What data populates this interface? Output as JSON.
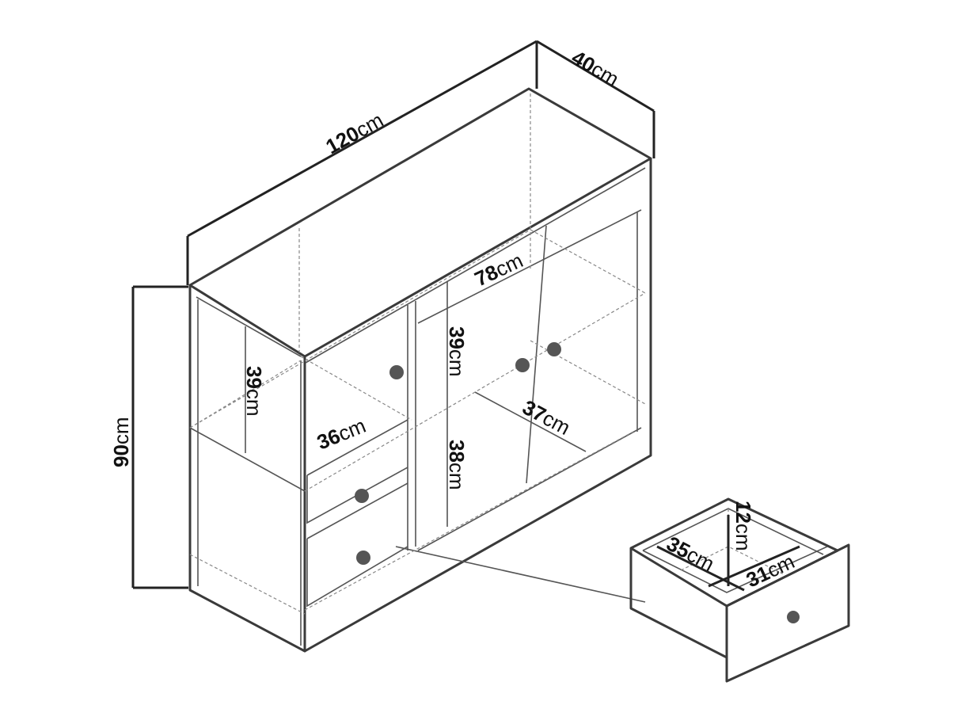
{
  "title": "Cabinet dimensions",
  "dimensions": {
    "width": {
      "value": "120",
      "unit": "cm"
    },
    "depth": {
      "value": "40",
      "unit": "cm"
    },
    "height": {
      "value": "90",
      "unit": "cm"
    },
    "left_shelf_height": {
      "value": "39",
      "unit": "cm"
    },
    "left_shelf_depth": {
      "value": "36",
      "unit": "cm"
    },
    "right_inner_width": {
      "value": "78",
      "unit": "cm"
    },
    "right_upper_height": {
      "value": "39",
      "unit": "cm"
    },
    "right_lower_height": {
      "value": "38",
      "unit": "cm"
    },
    "right_shelf_depth": {
      "value": "37",
      "unit": "cm"
    },
    "drawer_height": {
      "value": "12",
      "unit": "cm"
    },
    "drawer_width": {
      "value": "35",
      "unit": "cm"
    },
    "drawer_depth": {
      "value": "31",
      "unit": "cm"
    }
  }
}
